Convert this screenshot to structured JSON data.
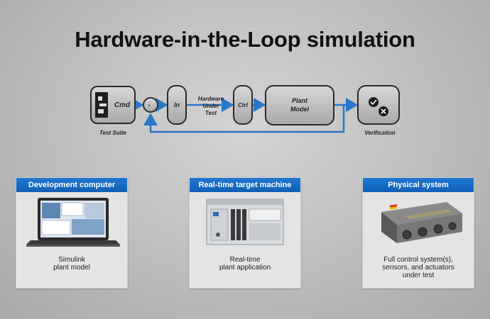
{
  "title": "Hardware-in-the-Loop simulation",
  "diagram": {
    "cmd": "Cmd",
    "test_suite": "Test Suite",
    "in": "In",
    "hut_line1": "Hardware",
    "hut_line2": "Under",
    "hut_line3": "Test",
    "ctrl": "Ctrl",
    "plant_line1": "Plant",
    "plant_line2": "Model",
    "verification": "Verification",
    "sum_sign": "+"
  },
  "cards": [
    {
      "header": "Development computer",
      "line1": "Simulink",
      "line2": "plant model",
      "line3": ""
    },
    {
      "header": "Real-time target machine",
      "line1": "Real-time",
      "line2": "plant application",
      "line3": ""
    },
    {
      "header": "Physical system",
      "line1": "Full control system(s),",
      "line2": "sensors, and actuators",
      "line3": "under test"
    }
  ],
  "colors": {
    "header_blue": "#1b6fc7",
    "arrow_blue": "#2a77c9",
    "block_fill": "#bdbdbd",
    "block_border": "#2b2b2b"
  }
}
